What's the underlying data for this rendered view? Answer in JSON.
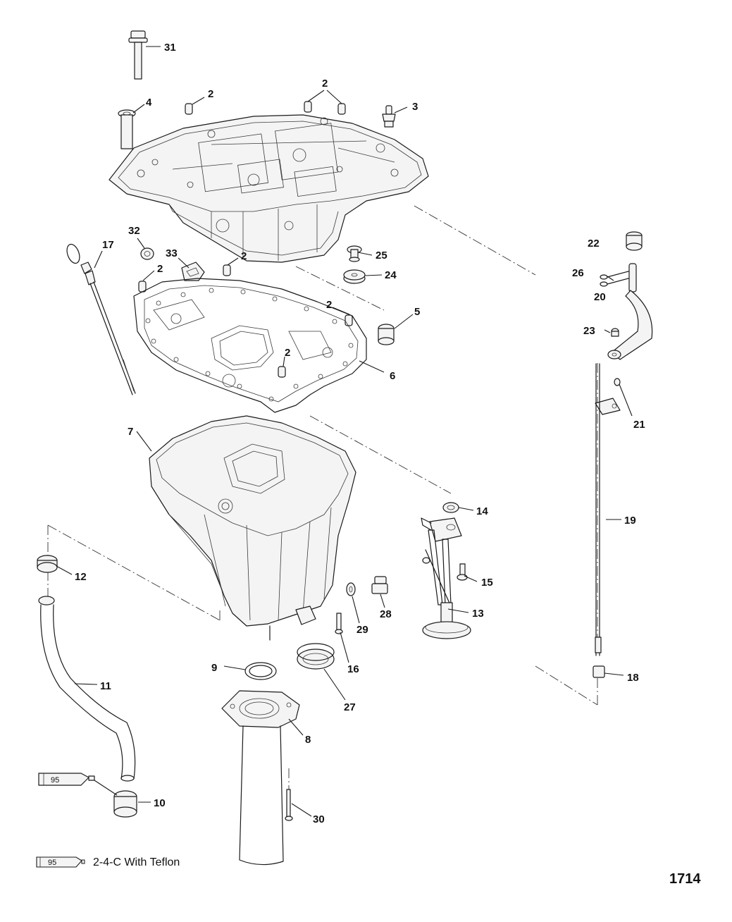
{
  "callouts": [
    "31",
    "4",
    "2",
    "2",
    "3",
    "17",
    "32",
    "33",
    "2",
    "2",
    "25",
    "24",
    "2",
    "5",
    "2",
    "6",
    "22",
    "26",
    "20",
    "23",
    "21",
    "7",
    "14",
    "19",
    "12",
    "15",
    "13",
    "28",
    "29",
    "16",
    "9",
    "27",
    "18",
    "11",
    "8",
    "30",
    "10"
  ],
  "sealant_tube_label": "95",
  "legend": {
    "tube_label": "95",
    "text": "2-4-C With Teflon"
  },
  "diagram_number": "1714"
}
